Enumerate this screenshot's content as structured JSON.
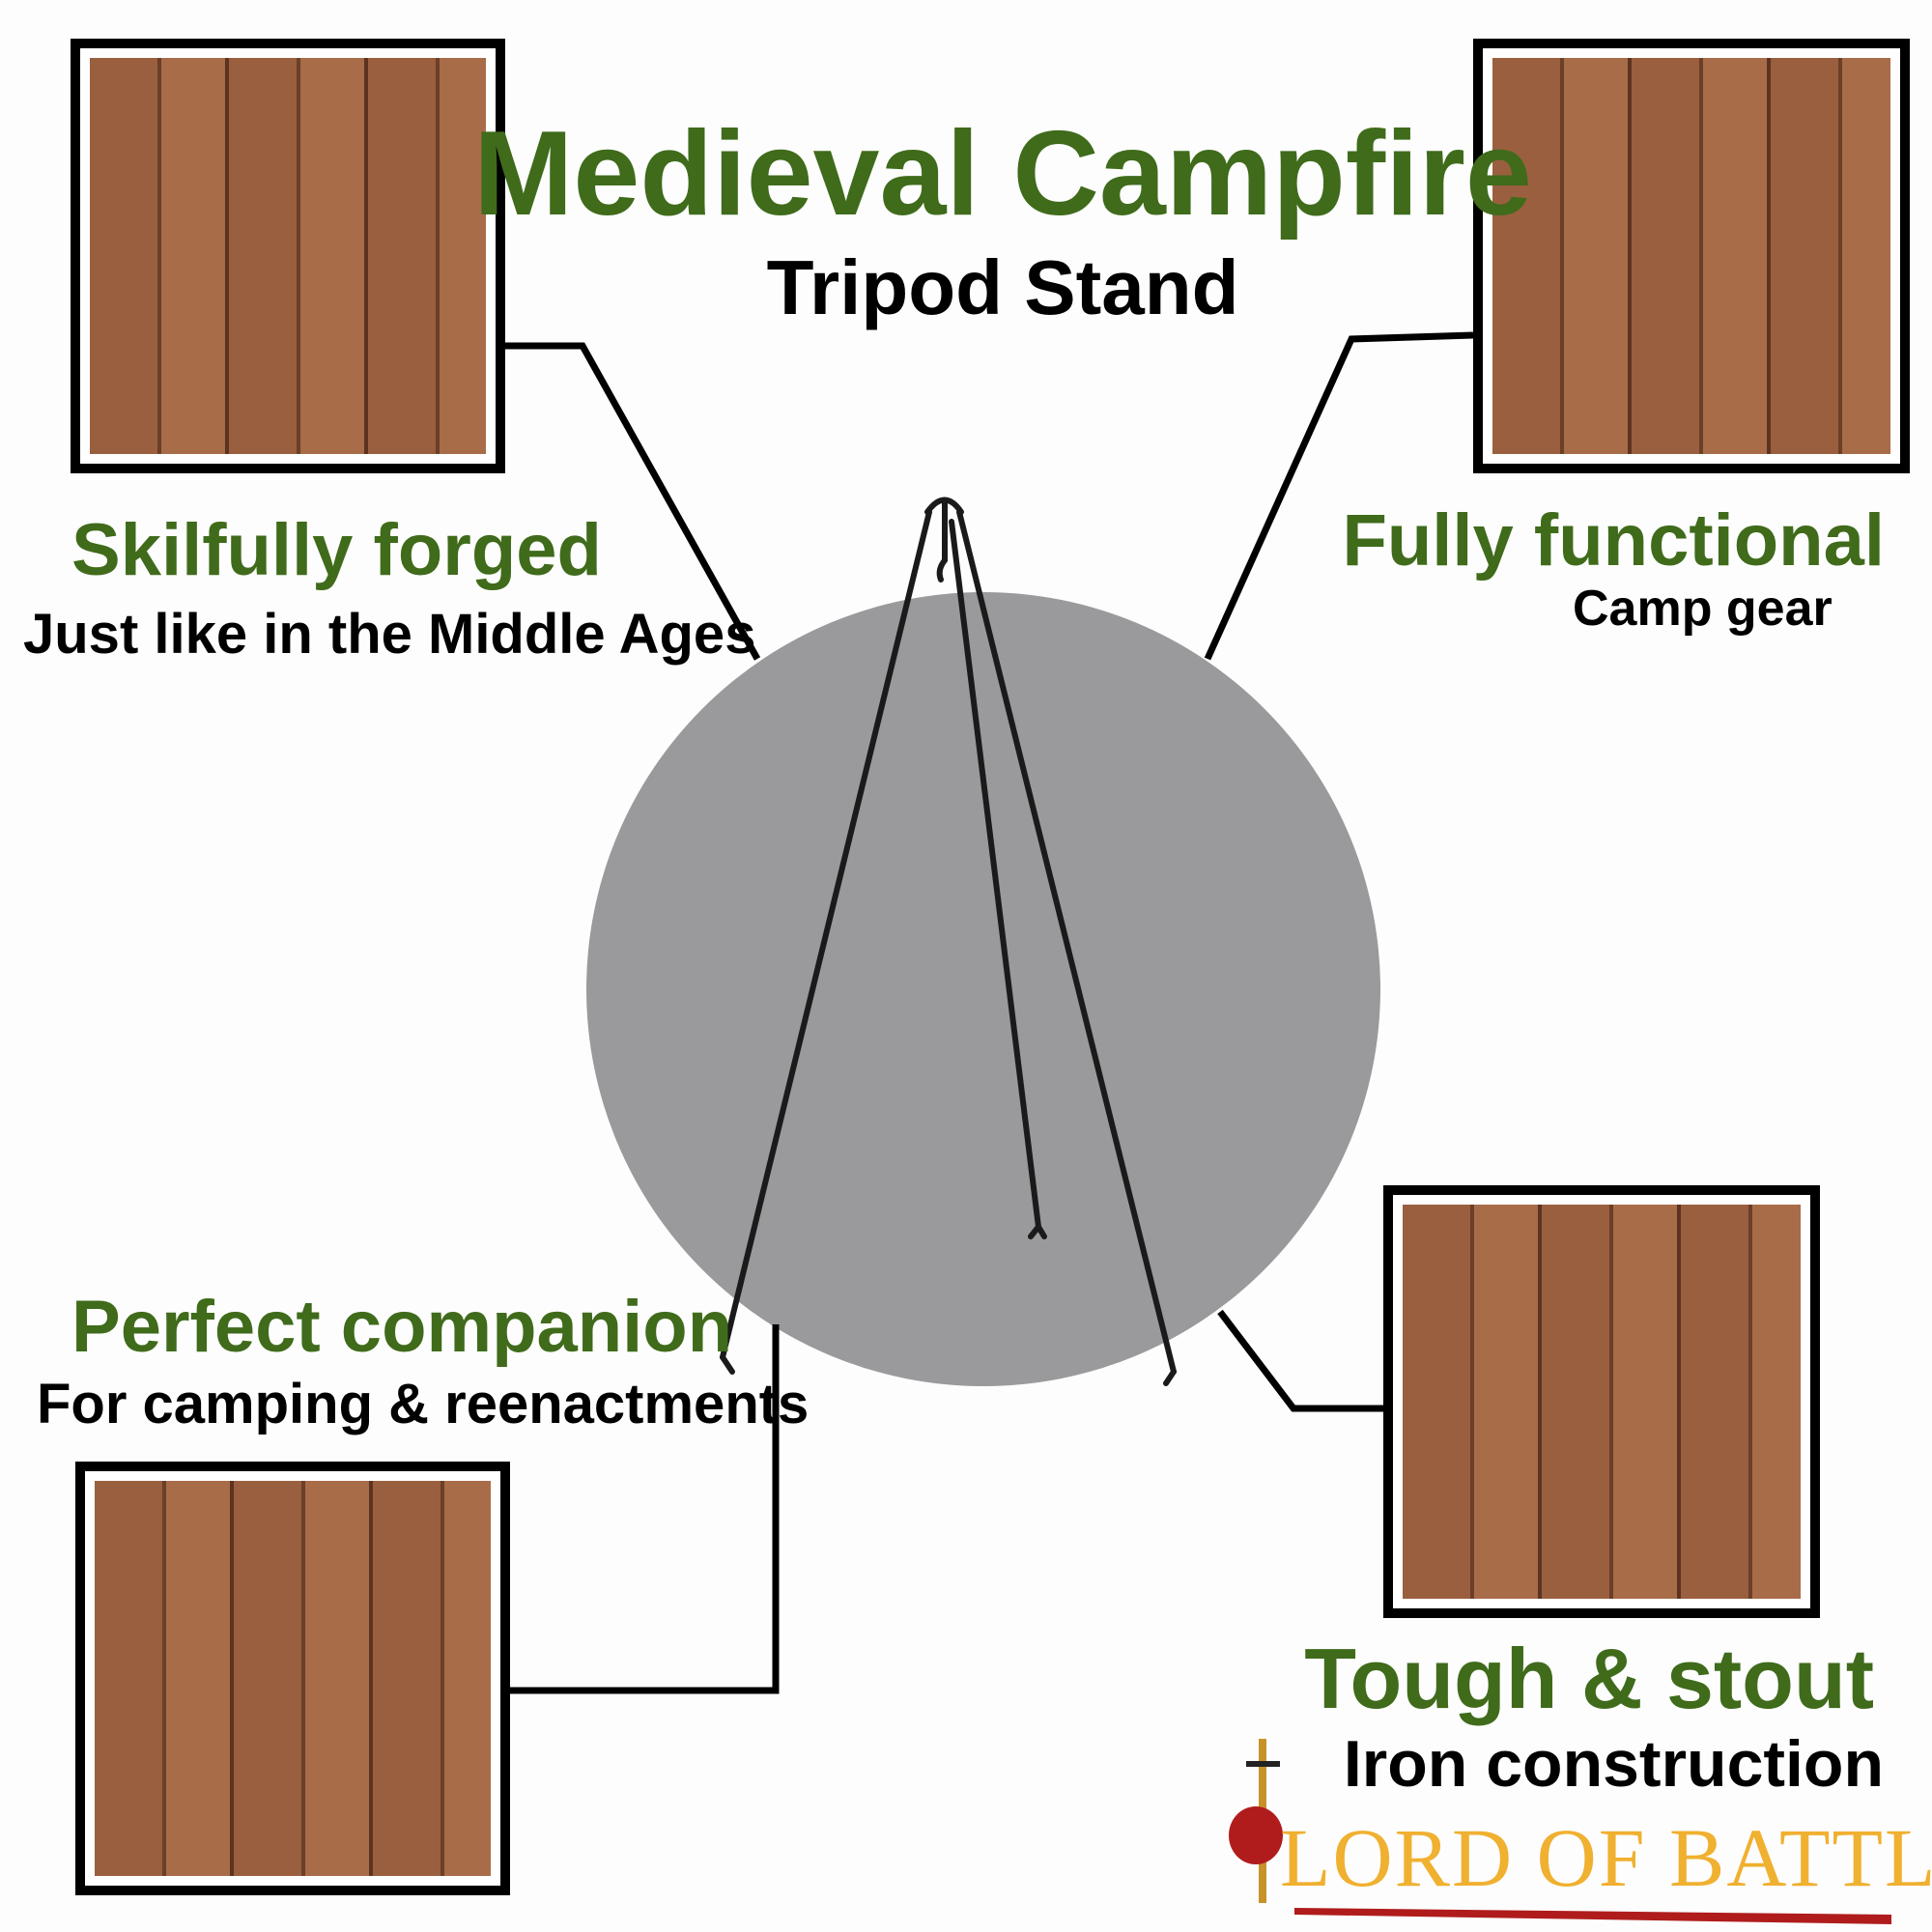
{
  "title": "Medieval Campfire",
  "subtitle": "Tripod Stand",
  "features": {
    "top_left": {
      "heading": "Skilfully forged",
      "sub": "Just like in the Middle Ages"
    },
    "top_right": {
      "heading": "Fully functional",
      "sub": "Camp gear"
    },
    "bottom_left": {
      "heading": "Perfect companion",
      "sub": "For camping & reenactments"
    },
    "bottom_right": {
      "heading": "Tough & stout",
      "sub": "Iron construction"
    }
  },
  "logo": {
    "text": "LORD OF BATTLES"
  },
  "colors": {
    "accent_green": "#3f6b1b",
    "circle_gray": "#9a999b",
    "logo_gold": "#f0b030",
    "logo_red": "#b01c1c"
  }
}
